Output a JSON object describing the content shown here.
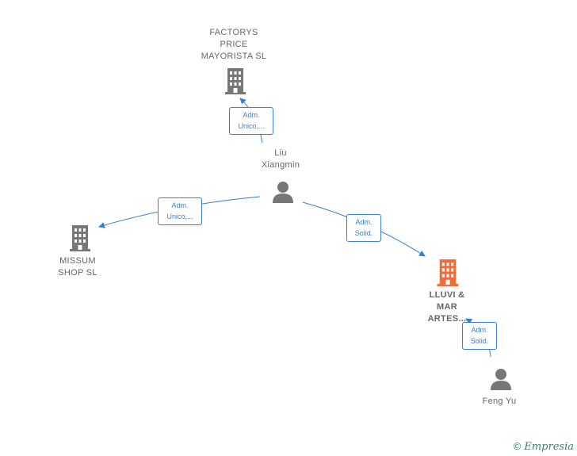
{
  "nodes": {
    "factorys": {
      "label": "FACTORYS\nPRICE\nMAYORISTA  SL",
      "icon": "building-icon",
      "color": "#777777"
    },
    "liu": {
      "label": "Liu\nXiangmin",
      "icon": "person-icon",
      "color": "#777777"
    },
    "missum": {
      "label": "MISSUM\nSHOP  SL",
      "icon": "building-icon",
      "color": "#777777"
    },
    "lluvi": {
      "label": "LLUVI &\nMAR\nARTES...",
      "icon": "building-icon",
      "color": "#f26b3a"
    },
    "feng": {
      "label": "Feng Yu",
      "icon": "person-icon",
      "color": "#777777"
    }
  },
  "edges": {
    "liu_factorys": "Adm.\nUnico,...",
    "liu_missum": "Adm.\nUnico,...",
    "liu_lluvi": "Adm.\nSolid.",
    "feng_lluvi": "Adm.\nSolid."
  },
  "footer": {
    "copyright": "©",
    "brand": "Empresia"
  },
  "colors": {
    "edge": "#3b7fd0",
    "accent": "#f26b3a",
    "neutral": "#777777"
  }
}
